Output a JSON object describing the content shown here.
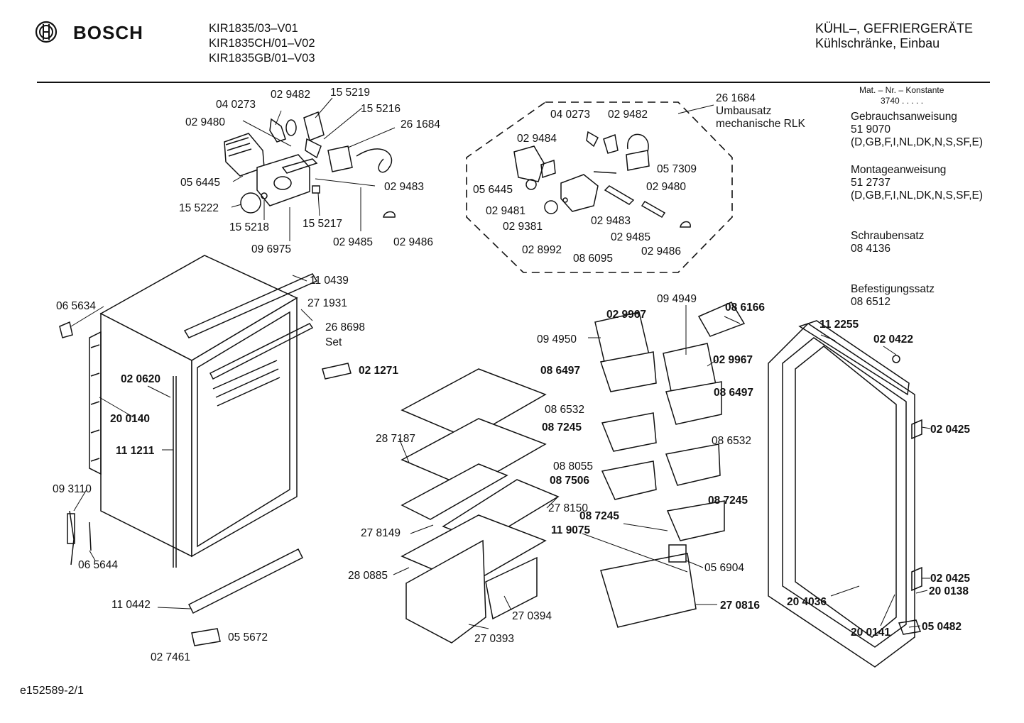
{
  "header": {
    "brand": "BOSCH",
    "models": [
      "KIR1835/03–V01",
      "KIR1835CH/01–V02",
      "KIR1835GB/01–V03"
    ],
    "category_line1": "KÜHL–, GEFRIERGERÄTE",
    "category_line2": "Kühlschränke, Einbau"
  },
  "sidebar": {
    "mat_label": "Mat. – Nr. – Konstante",
    "mat_value": "3740  .  .  .  .  .",
    "groups": [
      {
        "title": "Gebrauchsanweisung",
        "number": "51 9070",
        "langs": "(D,GB,F,I,NL,DK,N,S,SF,E)"
      },
      {
        "title": "Montageanweisung",
        "number": "51 2737",
        "langs": "(D,GB,F,I,NL,DK,N,S,SF,E)"
      },
      {
        "title": "Schraubensatz",
        "number": "08 4136"
      },
      {
        "title": "Befestigungssatz",
        "number": "08 6512"
      }
    ]
  },
  "kit": {
    "number": "26 1684",
    "line1": "Umbausatz",
    "line2": "mechanische RLK"
  },
  "footer": {
    "code": "e152589-2/1"
  },
  "labels": [
    {
      "text": "02 9482",
      "bold": false
    },
    {
      "text": "15 5219",
      "bold": false
    },
    {
      "text": "04 0273",
      "bold": false
    },
    {
      "text": "15 5216",
      "bold": false
    },
    {
      "text": "02 9480",
      "bold": false
    },
    {
      "text": "26 1684",
      "bold": false
    },
    {
      "text": "05 6445",
      "bold": false
    },
    {
      "text": "02 9483",
      "bold": false
    },
    {
      "text": "15 5222",
      "bold": false
    },
    {
      "text": "15 5218",
      "bold": false
    },
    {
      "text": "15 5217",
      "bold": false
    },
    {
      "text": "09 6975",
      "bold": false
    },
    {
      "text": "02 9485",
      "bold": false
    },
    {
      "text": "02 9486",
      "bold": false
    },
    {
      "text": "04 0273",
      "bold": false
    },
    {
      "text": "02 9482",
      "bold": false
    },
    {
      "text": "02 9484",
      "bold": false
    },
    {
      "text": "05 7309",
      "bold": false
    },
    {
      "text": "05 6445",
      "bold": false
    },
    {
      "text": "02 9480",
      "bold": false
    },
    {
      "text": "02 9481",
      "bold": false
    },
    {
      "text": "02 9381",
      "bold": false
    },
    {
      "text": "02 9483",
      "bold": false
    },
    {
      "text": "02 9485",
      "bold": false
    },
    {
      "text": "02 8992",
      "bold": false
    },
    {
      "text": "08 6095",
      "bold": false
    },
    {
      "text": "02 9486",
      "bold": false
    },
    {
      "text": "11 0439",
      "bold": false
    },
    {
      "text": "27 1931",
      "bold": false
    },
    {
      "text": "06 5634",
      "bold": false
    },
    {
      "text": "26 8698",
      "bold": false
    },
    {
      "text": "Set",
      "bold": false
    },
    {
      "text": "02 1271",
      "bold": true
    },
    {
      "text": "02 0620",
      "bold": true
    },
    {
      "text": "20 0140",
      "bold": true
    },
    {
      "text": "11 1211",
      "bold": true
    },
    {
      "text": "09 3110",
      "bold": false
    },
    {
      "text": "06 5644",
      "bold": false
    },
    {
      "text": "11 0442",
      "bold": false
    },
    {
      "text": "05 5672",
      "bold": false
    },
    {
      "text": "02 7461",
      "bold": false
    },
    {
      "text": "09 4949",
      "bold": false
    },
    {
      "text": "02 9967",
      "bold": true
    },
    {
      "text": "08 6166",
      "bold": true
    },
    {
      "text": "09 4950",
      "bold": false
    },
    {
      "text": "02 9967",
      "bold": true
    },
    {
      "text": "08 6497",
      "bold": true
    },
    {
      "text": "08 6497",
      "bold": true
    },
    {
      "text": "08 6532",
      "bold": false
    },
    {
      "text": "08 7245",
      "bold": true
    },
    {
      "text": "08 6532",
      "bold": false
    },
    {
      "text": "08 8055",
      "bold": false
    },
    {
      "text": "08 7506",
      "bold": true
    },
    {
      "text": "08 7245",
      "bold": true
    },
    {
      "text": "08 7245",
      "bold": true
    },
    {
      "text": "11 9075",
      "bold": true
    },
    {
      "text": "05 6904",
      "bold": false
    },
    {
      "text": "27 0816",
      "bold": true
    },
    {
      "text": "28 7187",
      "bold": false
    },
    {
      "text": "27 8150",
      "bold": false
    },
    {
      "text": "27 8149",
      "bold": false
    },
    {
      "text": "28 0885",
      "bold": false
    },
    {
      "text": "27 0394",
      "bold": false
    },
    {
      "text": "27 0393",
      "bold": false
    },
    {
      "text": "11 2255",
      "bold": true
    },
    {
      "text": "02 0422",
      "bold": true
    },
    {
      "text": "02 0425",
      "bold": true
    },
    {
      "text": "02 0425",
      "bold": true
    },
    {
      "text": "20 0138",
      "bold": true
    },
    {
      "text": "20 4036",
      "bold": true
    },
    {
      "text": "20 0141",
      "bold": true
    },
    {
      "text": "05 0482",
      "bold": true
    }
  ]
}
